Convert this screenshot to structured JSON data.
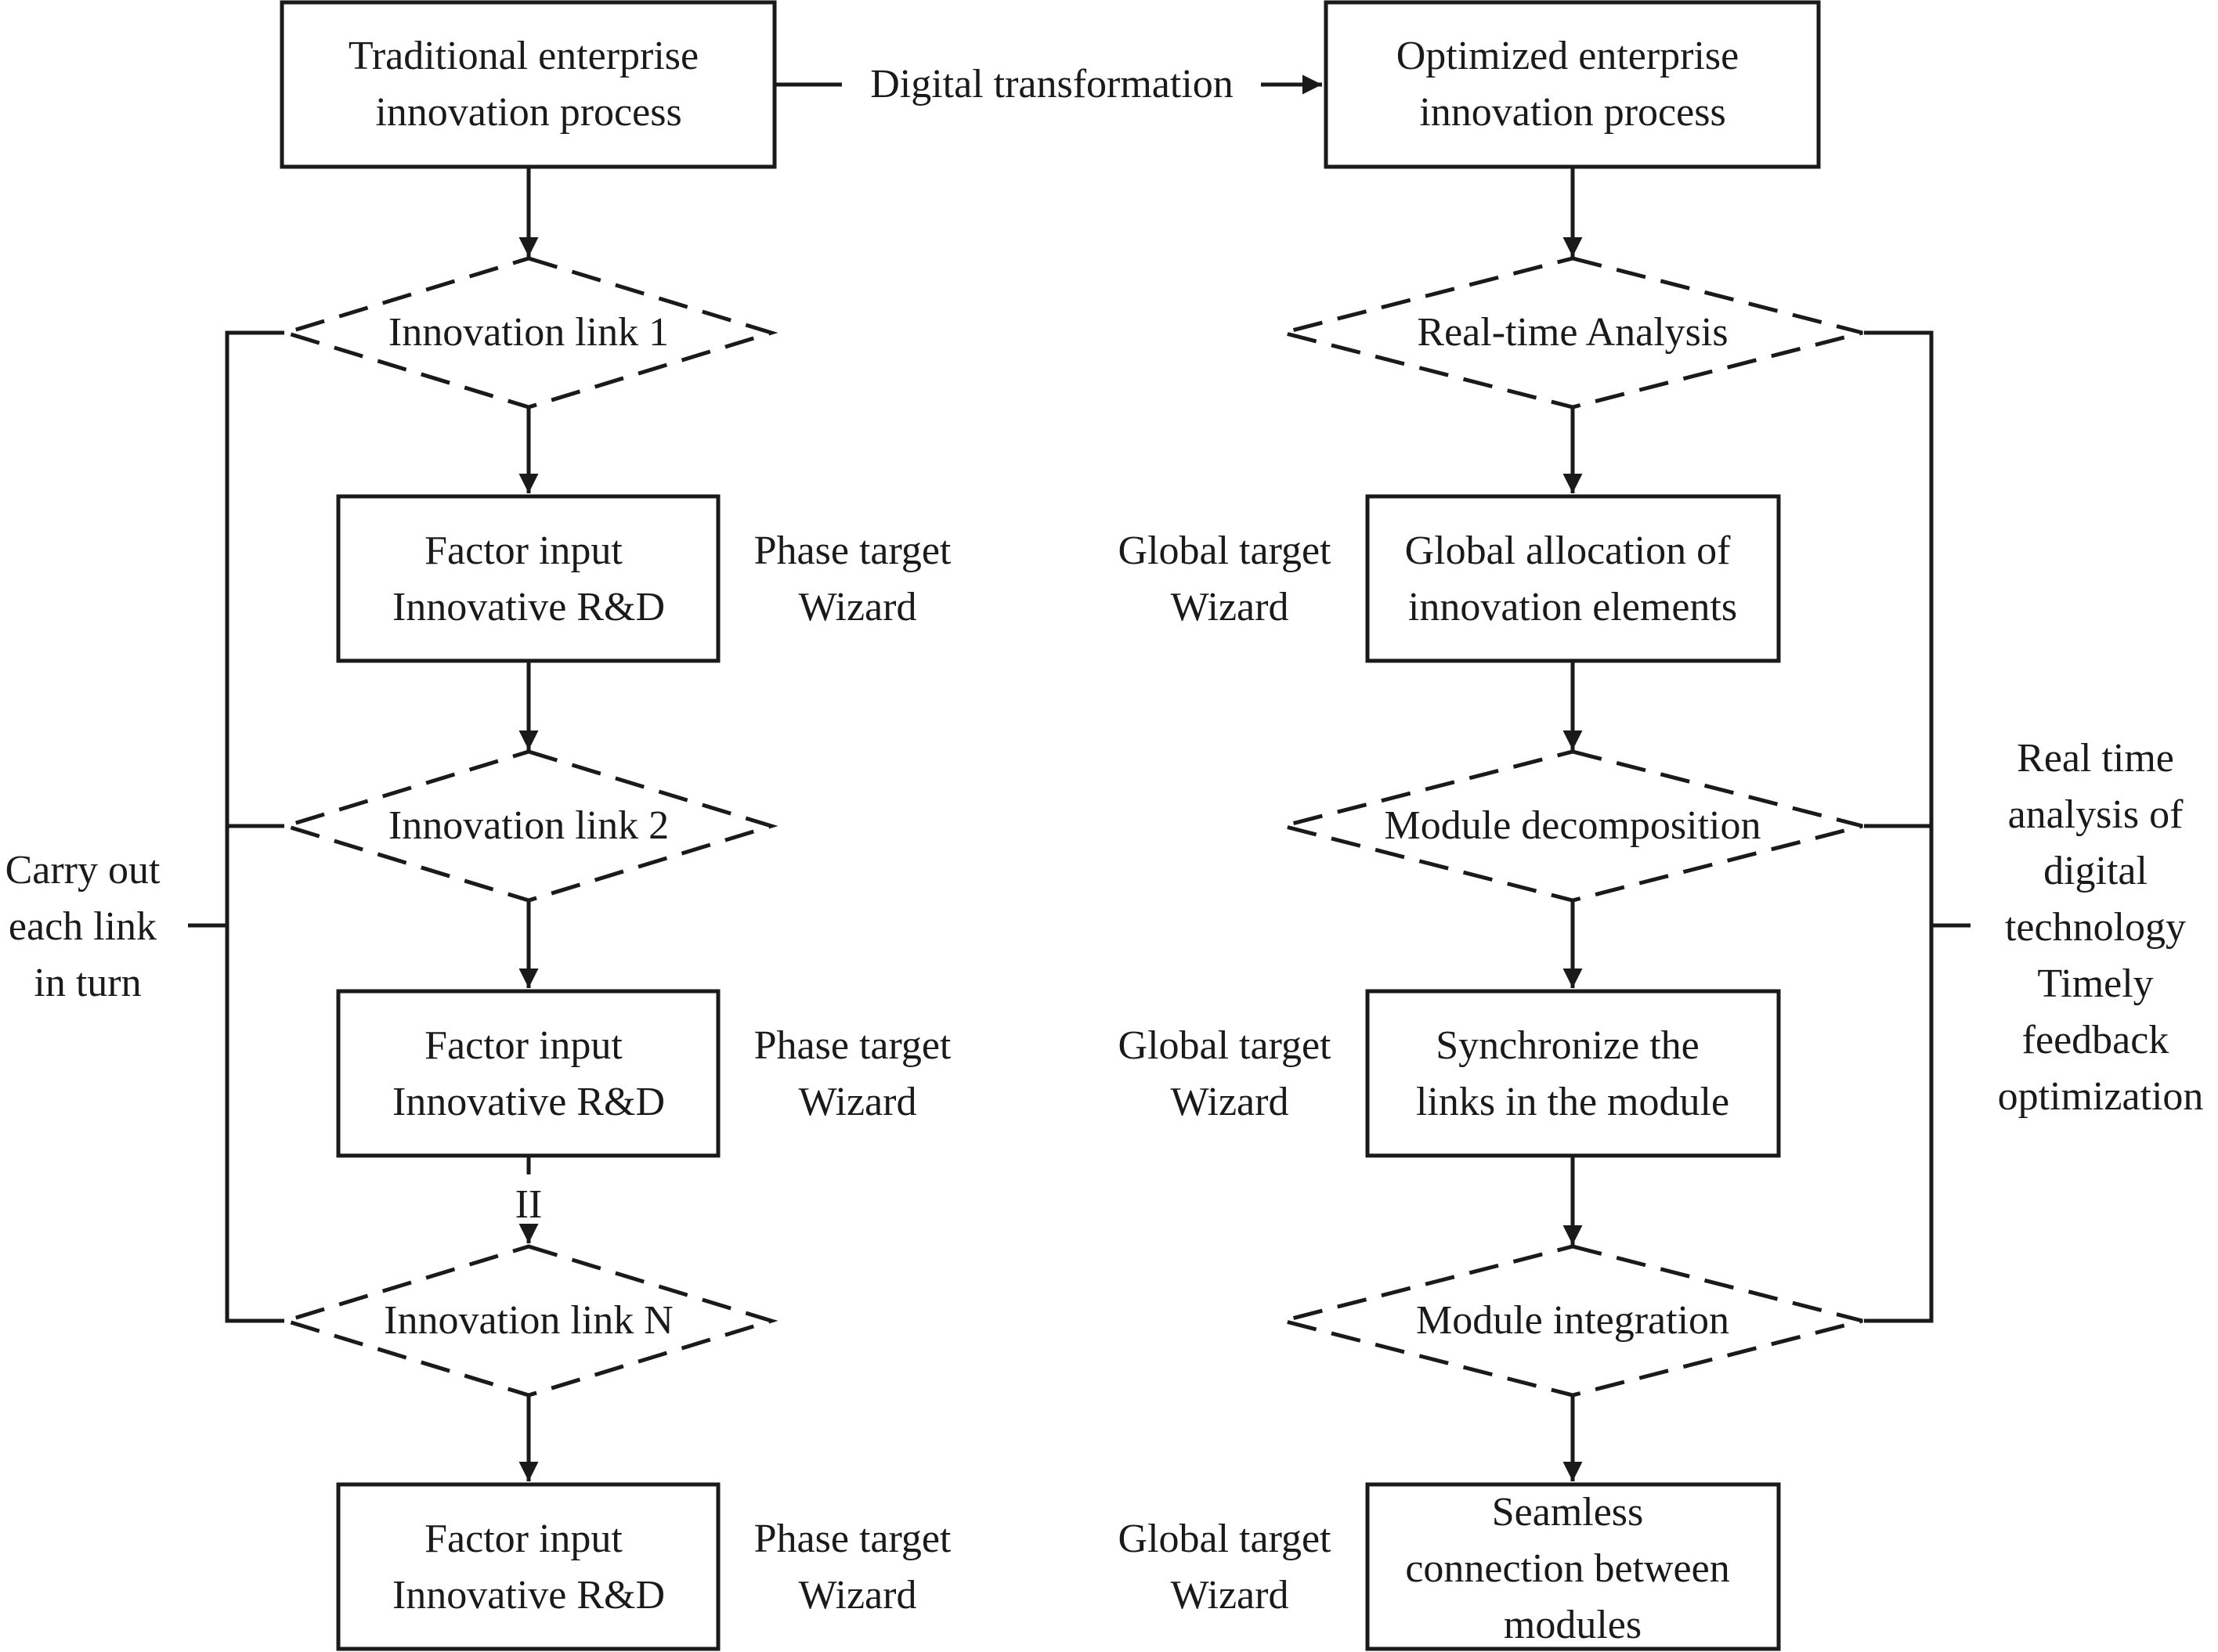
{
  "left": {
    "header": [
      "Traditional enterprise",
      "innovation process"
    ],
    "link1": "Innovation link 1",
    "box1": [
      "Factor input",
      "Innovative R&D"
    ],
    "side1": [
      "Phase target",
      "Wizard"
    ],
    "link2": "Innovation link 2",
    "box2": [
      "Factor input",
      "Innovative R&D"
    ],
    "side2": [
      "Phase target",
      "Wizard"
    ],
    "ellipsis": "II",
    "linkN": "Innovation link N",
    "box3": [
      "Factor input",
      "Innovative R&D"
    ],
    "side3": [
      "Phase target",
      "Wizard"
    ],
    "loop_label": [
      "Carry out",
      "each link",
      "in turn"
    ]
  },
  "transition_label": "Digital transformation",
  "right": {
    "header": [
      "Optimized enterprise",
      "innovation process"
    ],
    "analysis": "Real-time Analysis",
    "box1": [
      "Global allocation of",
      "innovation elements"
    ],
    "side1": [
      "Global target",
      "Wizard"
    ],
    "decomposition": "Module decomposition",
    "box2": [
      "Synchronize the",
      "links in the module"
    ],
    "side2": [
      "Global target",
      "Wizard"
    ],
    "integration": "Module integration",
    "box3": [
      "Seamless",
      "connection between",
      "modules"
    ],
    "side3": [
      "Global target",
      "Wizard"
    ],
    "loop_label": [
      "Real time",
      "analysis of",
      "digital",
      "technology",
      "Timely",
      "feedback",
      "optimization"
    ]
  }
}
